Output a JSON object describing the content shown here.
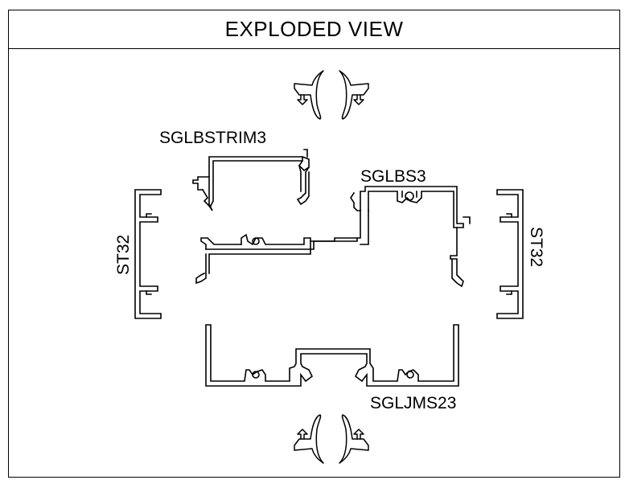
{
  "title": "EXPLODED VIEW",
  "labels": {
    "trim": "SGLBSTRIM3",
    "bead": "SGLBS3",
    "jamb": "SGLJMS23",
    "stop_left": "ST32",
    "stop_right": "ST32"
  }
}
